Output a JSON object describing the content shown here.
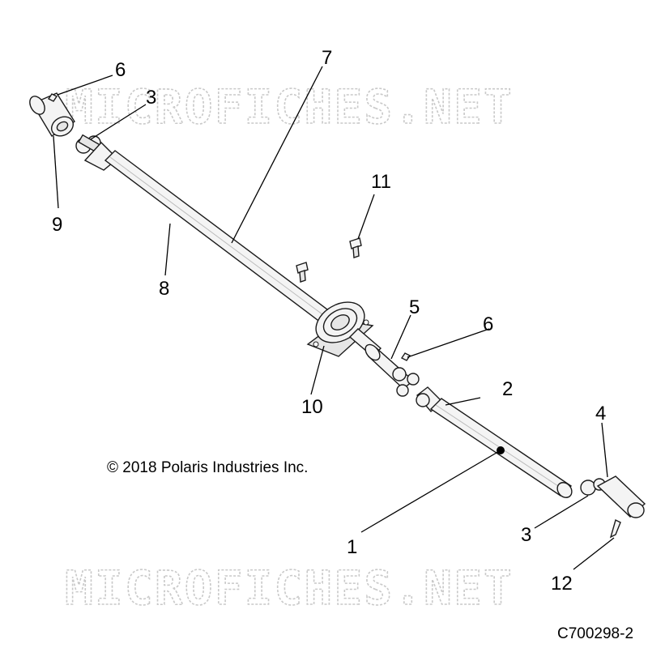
{
  "watermarks": [
    {
      "text": "MICROFICHES.NET"
    },
    {
      "text": "MICROFICHES.NET"
    }
  ],
  "copyright": "© 2018 Polaris Industries Inc.",
  "drawing_number": "C700298-2",
  "callouts": [
    {
      "label": "6"
    },
    {
      "label": "3"
    },
    {
      "label": "9"
    },
    {
      "label": "7"
    },
    {
      "label": "8"
    },
    {
      "label": "11"
    },
    {
      "label": "10"
    },
    {
      "label": "5"
    },
    {
      "label": "6"
    },
    {
      "label": "2"
    },
    {
      "label": "4"
    },
    {
      "label": "1"
    },
    {
      "label": "3"
    },
    {
      "label": "12"
    }
  ]
}
